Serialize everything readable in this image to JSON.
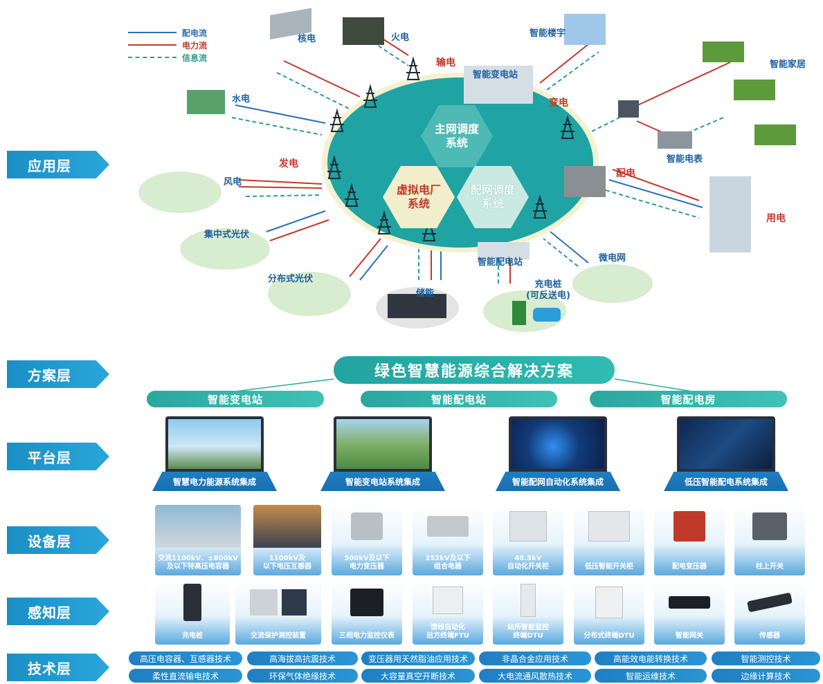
{
  "layers": {
    "application": "应用层",
    "solution": "方案层",
    "platform": "平台层",
    "device": "设备层",
    "sensing": "感知层",
    "technology": "技术层"
  },
  "legend": {
    "distribution_flow": "配电流",
    "power_flow": "电力流",
    "info_flow": "信息流"
  },
  "diagram": {
    "stages": {
      "transmission": "输电",
      "substation": "变电",
      "generation": "发电",
      "distribution": "配电",
      "consumption": "用电"
    },
    "sources": {
      "nuclear": "核电",
      "thermal": "火电",
      "hydro": "水电",
      "wind": "风电",
      "central_pv": "集中式光伏",
      "distributed_pv": "分布式光伏",
      "storage": "储能"
    },
    "nodes": {
      "smart_substation": "智能变电站",
      "smart_building": "智能楼宇",
      "smart_home": "智能家居",
      "smart_meter": "智能电表",
      "smart_distribution_station": "智能配电站",
      "charging_pile_line1": "充电桩",
      "charging_pile_line2": "(可反送电)",
      "microgrid": "微电网"
    },
    "hexes": {
      "main_dispatch_line1": "主网调度",
      "main_dispatch_line2": "系统",
      "vpp_line1": "虚拟电厂",
      "vpp_line2": "系统",
      "dist_dispatch_line1": "配网调度",
      "dist_dispatch_line2": "系统"
    }
  },
  "solution": {
    "title": "绿色智慧能源综合解决方案",
    "pillars": [
      "智能变电站",
      "智能配电站",
      "智能配电房"
    ]
  },
  "platform": {
    "items": [
      "智慧电力能源系统集成",
      "智能变电站系统集成",
      "智能配网自动化系统集成",
      "低压智能配电系统集成"
    ]
  },
  "devices": [
    {
      "line1": "交流1100kV、±800kV",
      "line2": "及以下特高压电容器"
    },
    {
      "line1": "1100kV及",
      "line2": "以下电压互感器"
    },
    {
      "line1": "500kV及以下",
      "line2": "电力变压器"
    },
    {
      "line1": "252kV及以下",
      "line2": "组合电器"
    },
    {
      "line1": "40.5kV",
      "line2": "自动化开关柜"
    },
    {
      "line1": "低压智能开关柜",
      "line2": ""
    },
    {
      "line1": "配电变压器",
      "line2": ""
    },
    {
      "line1": "柱上开关",
      "line2": ""
    }
  ],
  "sensors": [
    {
      "line1": "充电桩",
      "line2": ""
    },
    {
      "line1": "交流保护测控装置",
      "line2": ""
    },
    {
      "line1": "三相电力监控仪表",
      "line2": ""
    },
    {
      "line1": "馈线自动化",
      "line2": "远方终端FTU"
    },
    {
      "line1": "站所智能监控",
      "line2": "终端DTU"
    },
    {
      "line1": "分布式终端DTU",
      "line2": ""
    },
    {
      "line1": "智能网关",
      "line2": ""
    },
    {
      "line1": "传感器",
      "line2": ""
    }
  ],
  "technologies": {
    "row1": [
      "高压电容器、互感器技术",
      "高海拔高抗震技术",
      "变压器用天然脂油应用技术",
      "非晶合金应用技术",
      "高能效电能转换技术",
      "智能测控技术"
    ],
    "row2": [
      "柔性直流输电技术",
      "环保气体绝缘技术",
      "大容量真空开断技术",
      "大电流通风散热技术",
      "智能运维技术",
      "边缘计算技术"
    ]
  },
  "colors": {
    "distribution_flow": "#2c6fb7",
    "power_flow": "#c0392b",
    "info_flow": "#2a9d8f",
    "grid_circle": "#1fa3a3",
    "layer_tag": "#1a8fc4"
  }
}
